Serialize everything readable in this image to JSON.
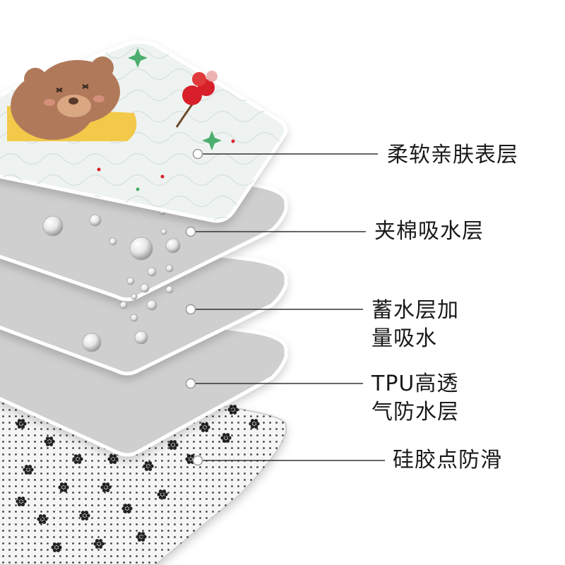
{
  "layers": [
    {
      "id": "top",
      "lines": [
        "柔软亲肤表层"
      ],
      "fill": "#eef3f1"
    },
    {
      "id": "cotton",
      "lines": [
        "夹棉吸水层"
      ],
      "fill": "#cfcfcf"
    },
    {
      "id": "storage",
      "lines": [
        "蓄水层加",
        "量吸水"
      ],
      "fill": "#cfcfcf"
    },
    {
      "id": "tpu",
      "lines": [
        "TPU高透",
        "气防水层"
      ],
      "fill": "#cfcfcf"
    },
    {
      "id": "silicone",
      "lines": [
        "硅胶点防滑"
      ],
      "fill": "#f7f7f7"
    }
  ],
  "colors": {
    "leader": "#333333",
    "text": "#1a1a1a",
    "sheet_edge": "#bdbdbd",
    "bear": "#b07a5a",
    "cherry": "#d8202a",
    "sparkle": "#4caf6e"
  }
}
